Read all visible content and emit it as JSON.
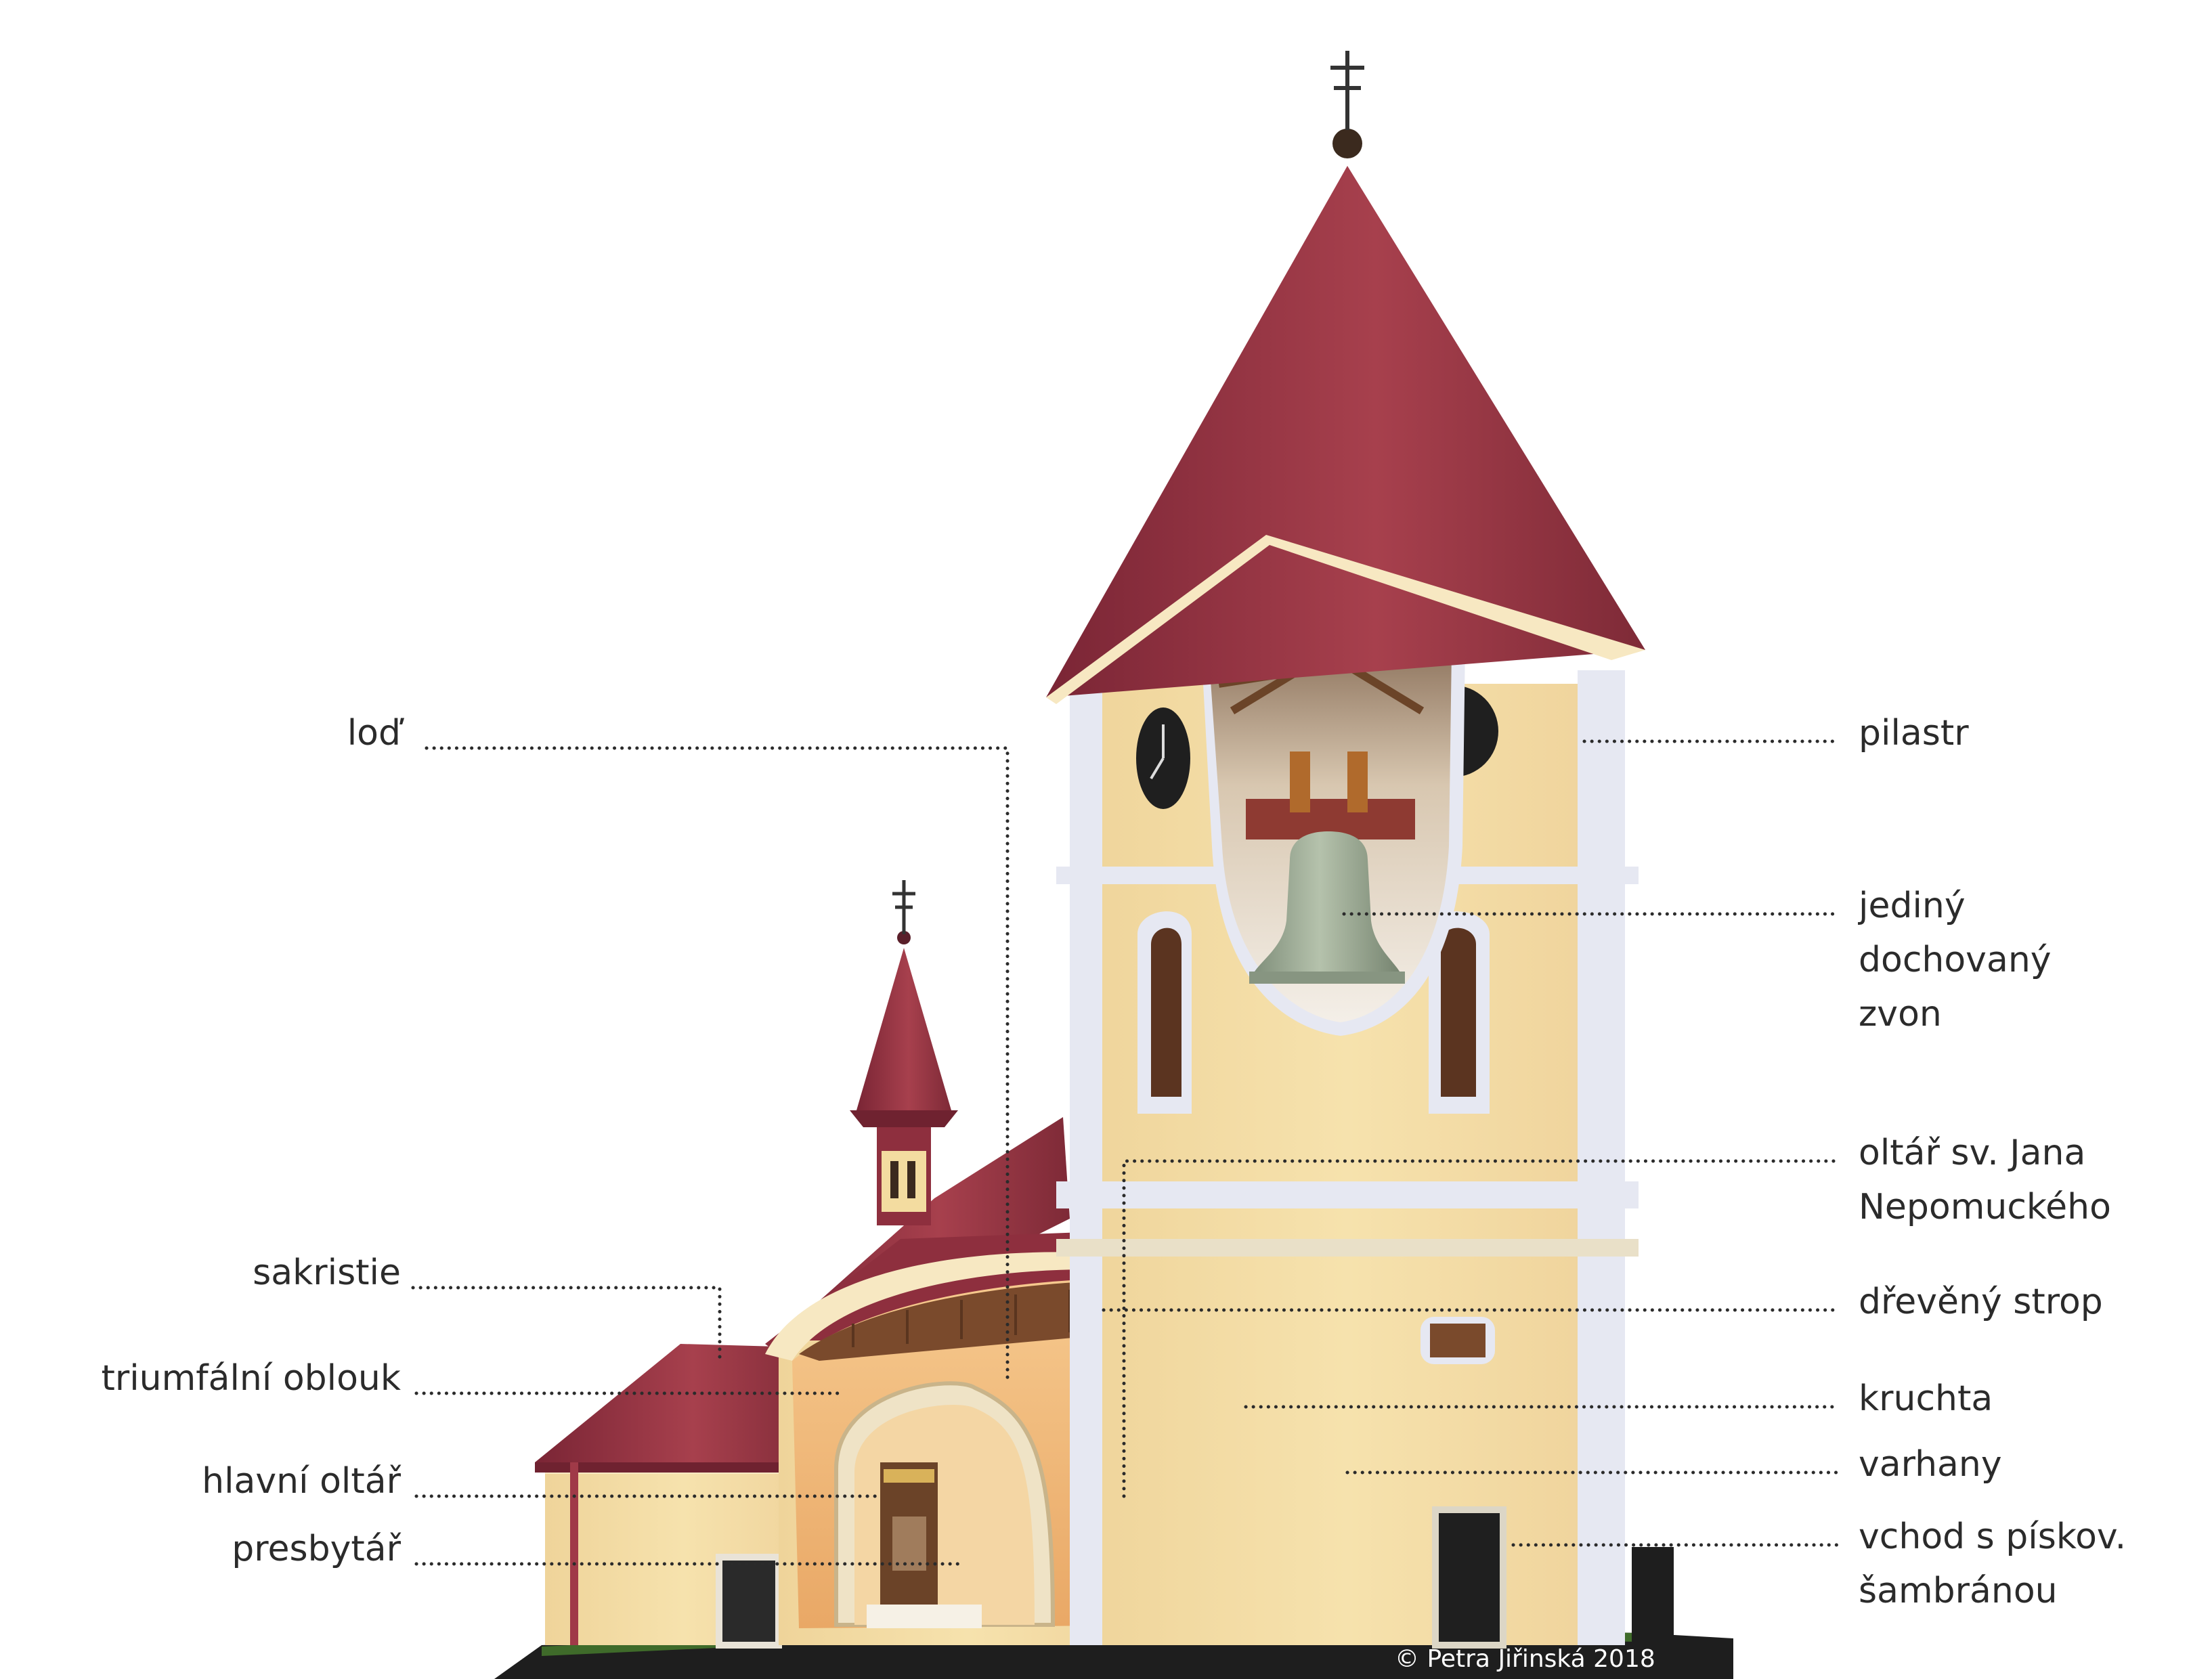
{
  "labels": {
    "lod": "loď",
    "sakristie": "sakristie",
    "triumfalni_oblouk": "triumfální oblouk",
    "hlavni_oltar": "hlavní oltář",
    "presbytar": "presbytář",
    "pilastr": "pilastr",
    "zvon_1": "jediný",
    "zvon_2": "dochovaný",
    "zvon_3": "zvon",
    "oltar_1": "oltář sv. Jana",
    "oltar_2": "Nepomuckého",
    "dreveny_strop": "dřevěný strop",
    "kruchta": "kruchta",
    "varhany": "varhany",
    "vchod_1": "vchod s pískov.",
    "vchod_2": "šambránou"
  },
  "copyright": "© Petra Jiřinská 2018",
  "colors": {
    "roof": "#8e2f3e",
    "roof_light": "#b04a55",
    "wall": "#f3dca0",
    "pilaster": "#e6e8f2",
    "ground": "#1f1f1f",
    "bell": "#9fae98",
    "interior": "#f2b77a",
    "wood": "#7a4a2c"
  }
}
